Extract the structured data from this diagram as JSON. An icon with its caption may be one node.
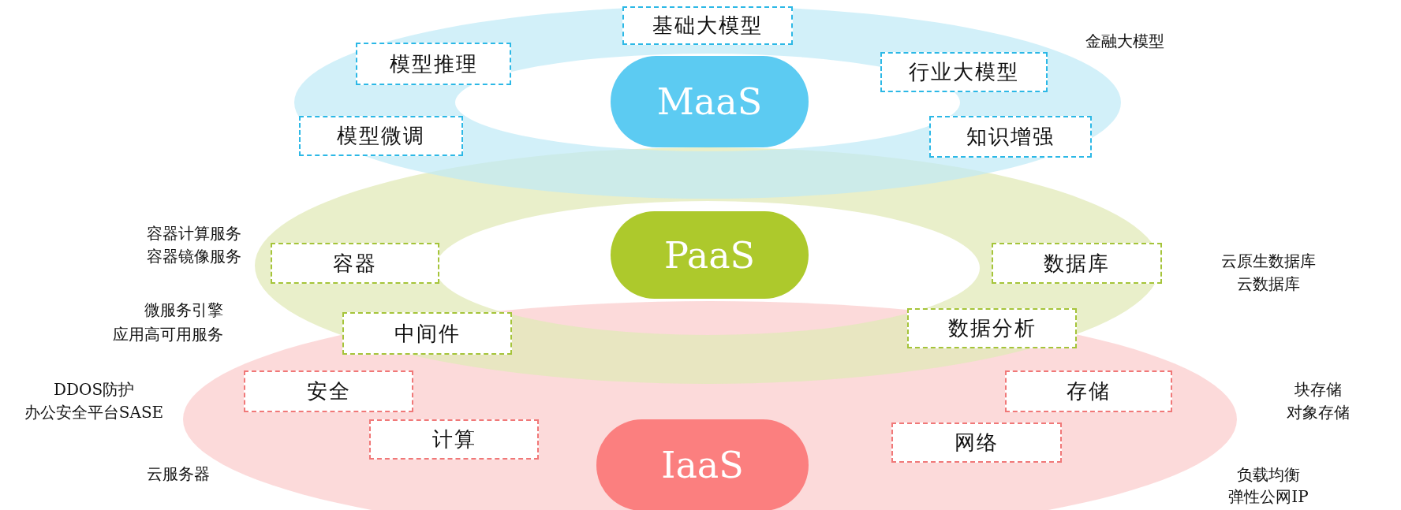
{
  "diagram": {
    "nodes": [
      {
        "text": [
          "基础大模型"
        ]
      },
      {
        "text": [
          "模型推理"
        ]
      },
      {
        "text": [
          "行业大模型"
        ]
      },
      {
        "text": [
          "MaaS"
        ]
      },
      {
        "text": [
          "模型微调"
        ]
      },
      {
        "text": [
          "知识增强"
        ]
      },
      {
        "text": [
          "容器"
        ]
      },
      {
        "text": [
          "PaaS"
        ]
      },
      {
        "text": [
          "数据库"
        ]
      },
      {
        "text": [
          "中间件"
        ]
      },
      {
        "text": [
          "数据分析"
        ]
      },
      {
        "text": [
          "安全"
        ]
      },
      {
        "text": [
          "存储"
        ]
      },
      {
        "text": [
          "计算"
        ]
      },
      {
        "text": [
          "IaaS"
        ]
      },
      {
        "text": [
          "网络"
        ]
      }
    ],
    "labels": [
      "金融大模型",
      "容器计算服务",
      "容器镜像服务",
      "云原生数据库",
      "云数据库",
      "微服务引擎",
      "应用高可用服务",
      "DDOS防护",
      "块存储",
      "办公安全平台SASE",
      "对象存储",
      "云服务器",
      "负载均衡",
      "弹性公网IP"
    ]
  }
}
